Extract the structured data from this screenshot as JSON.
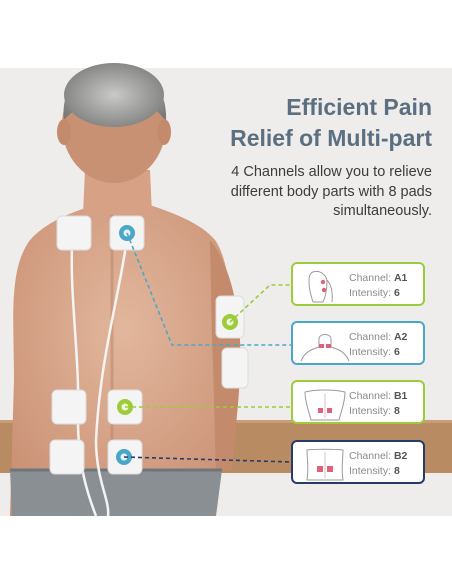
{
  "headline": {
    "line1": "Efficient Pain",
    "line2": "Relief of Multi-part"
  },
  "subtext": "4 Channels allow you to relieve different body parts with 8 pads simultaneously.",
  "cards": [
    {
      "channel_label": "Channel: ",
      "channel": "A1",
      "intensity_label": "Intensity: ",
      "intensity": "6",
      "color": "#9ccc3b",
      "icon": "arm-figure-icon"
    },
    {
      "channel_label": "Channel: ",
      "channel": "A2",
      "intensity_label": "Intensity: ",
      "intensity": "6",
      "color": "#4ba7c8",
      "icon": "neck-figure-icon"
    },
    {
      "channel_label": "Channel: ",
      "channel": "B1",
      "intensity_label": "Intensity: ",
      "intensity": "8",
      "color": "#9ccc3b",
      "icon": "upper-back-figure-icon"
    },
    {
      "channel_label": "Channel: ",
      "channel": "B2",
      "intensity_label": "Intensity: ",
      "intensity": "8",
      "color": "#253b6b",
      "icon": "lower-back-figure-icon"
    }
  ],
  "colors": {
    "heading": "#5b6f80",
    "green": "#9ccc3b",
    "teal": "#4ba7c8",
    "navy": "#253b6b",
    "skin": "#d9a98e"
  }
}
